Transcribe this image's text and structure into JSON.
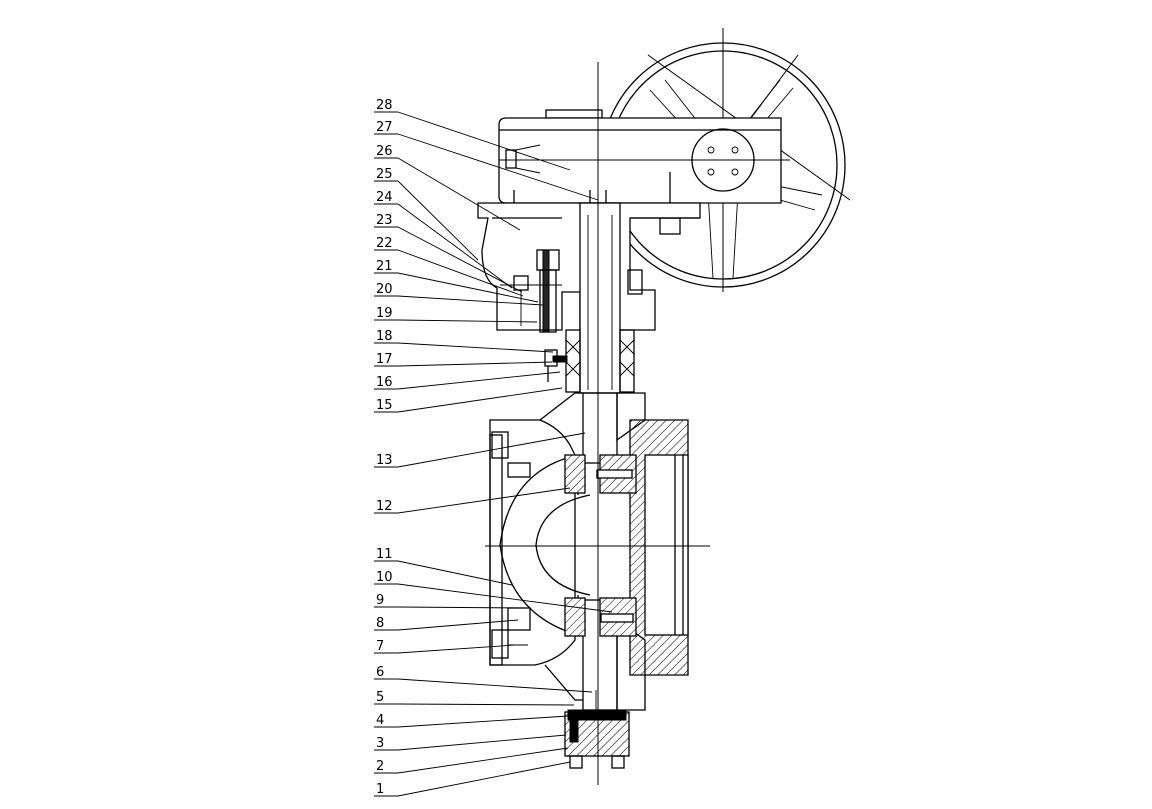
{
  "callouts": [
    {
      "label": "28"
    },
    {
      "label": "27"
    },
    {
      "label": "26"
    },
    {
      "label": "25"
    },
    {
      "label": "24"
    },
    {
      "label": "23"
    },
    {
      "label": "22"
    },
    {
      "label": "21"
    },
    {
      "label": "20"
    },
    {
      "label": "19"
    },
    {
      "label": "18"
    },
    {
      "label": "17"
    },
    {
      "label": "16"
    },
    {
      "label": "15"
    },
    {
      "label": "13"
    },
    {
      "label": "12"
    },
    {
      "label": "11"
    },
    {
      "label": "10"
    },
    {
      "label": "9"
    },
    {
      "label": "8"
    },
    {
      "label": "7"
    },
    {
      "label": "6"
    },
    {
      "label": "5"
    },
    {
      "label": "4"
    },
    {
      "label": "3"
    },
    {
      "label": "2"
    },
    {
      "label": "1"
    }
  ]
}
